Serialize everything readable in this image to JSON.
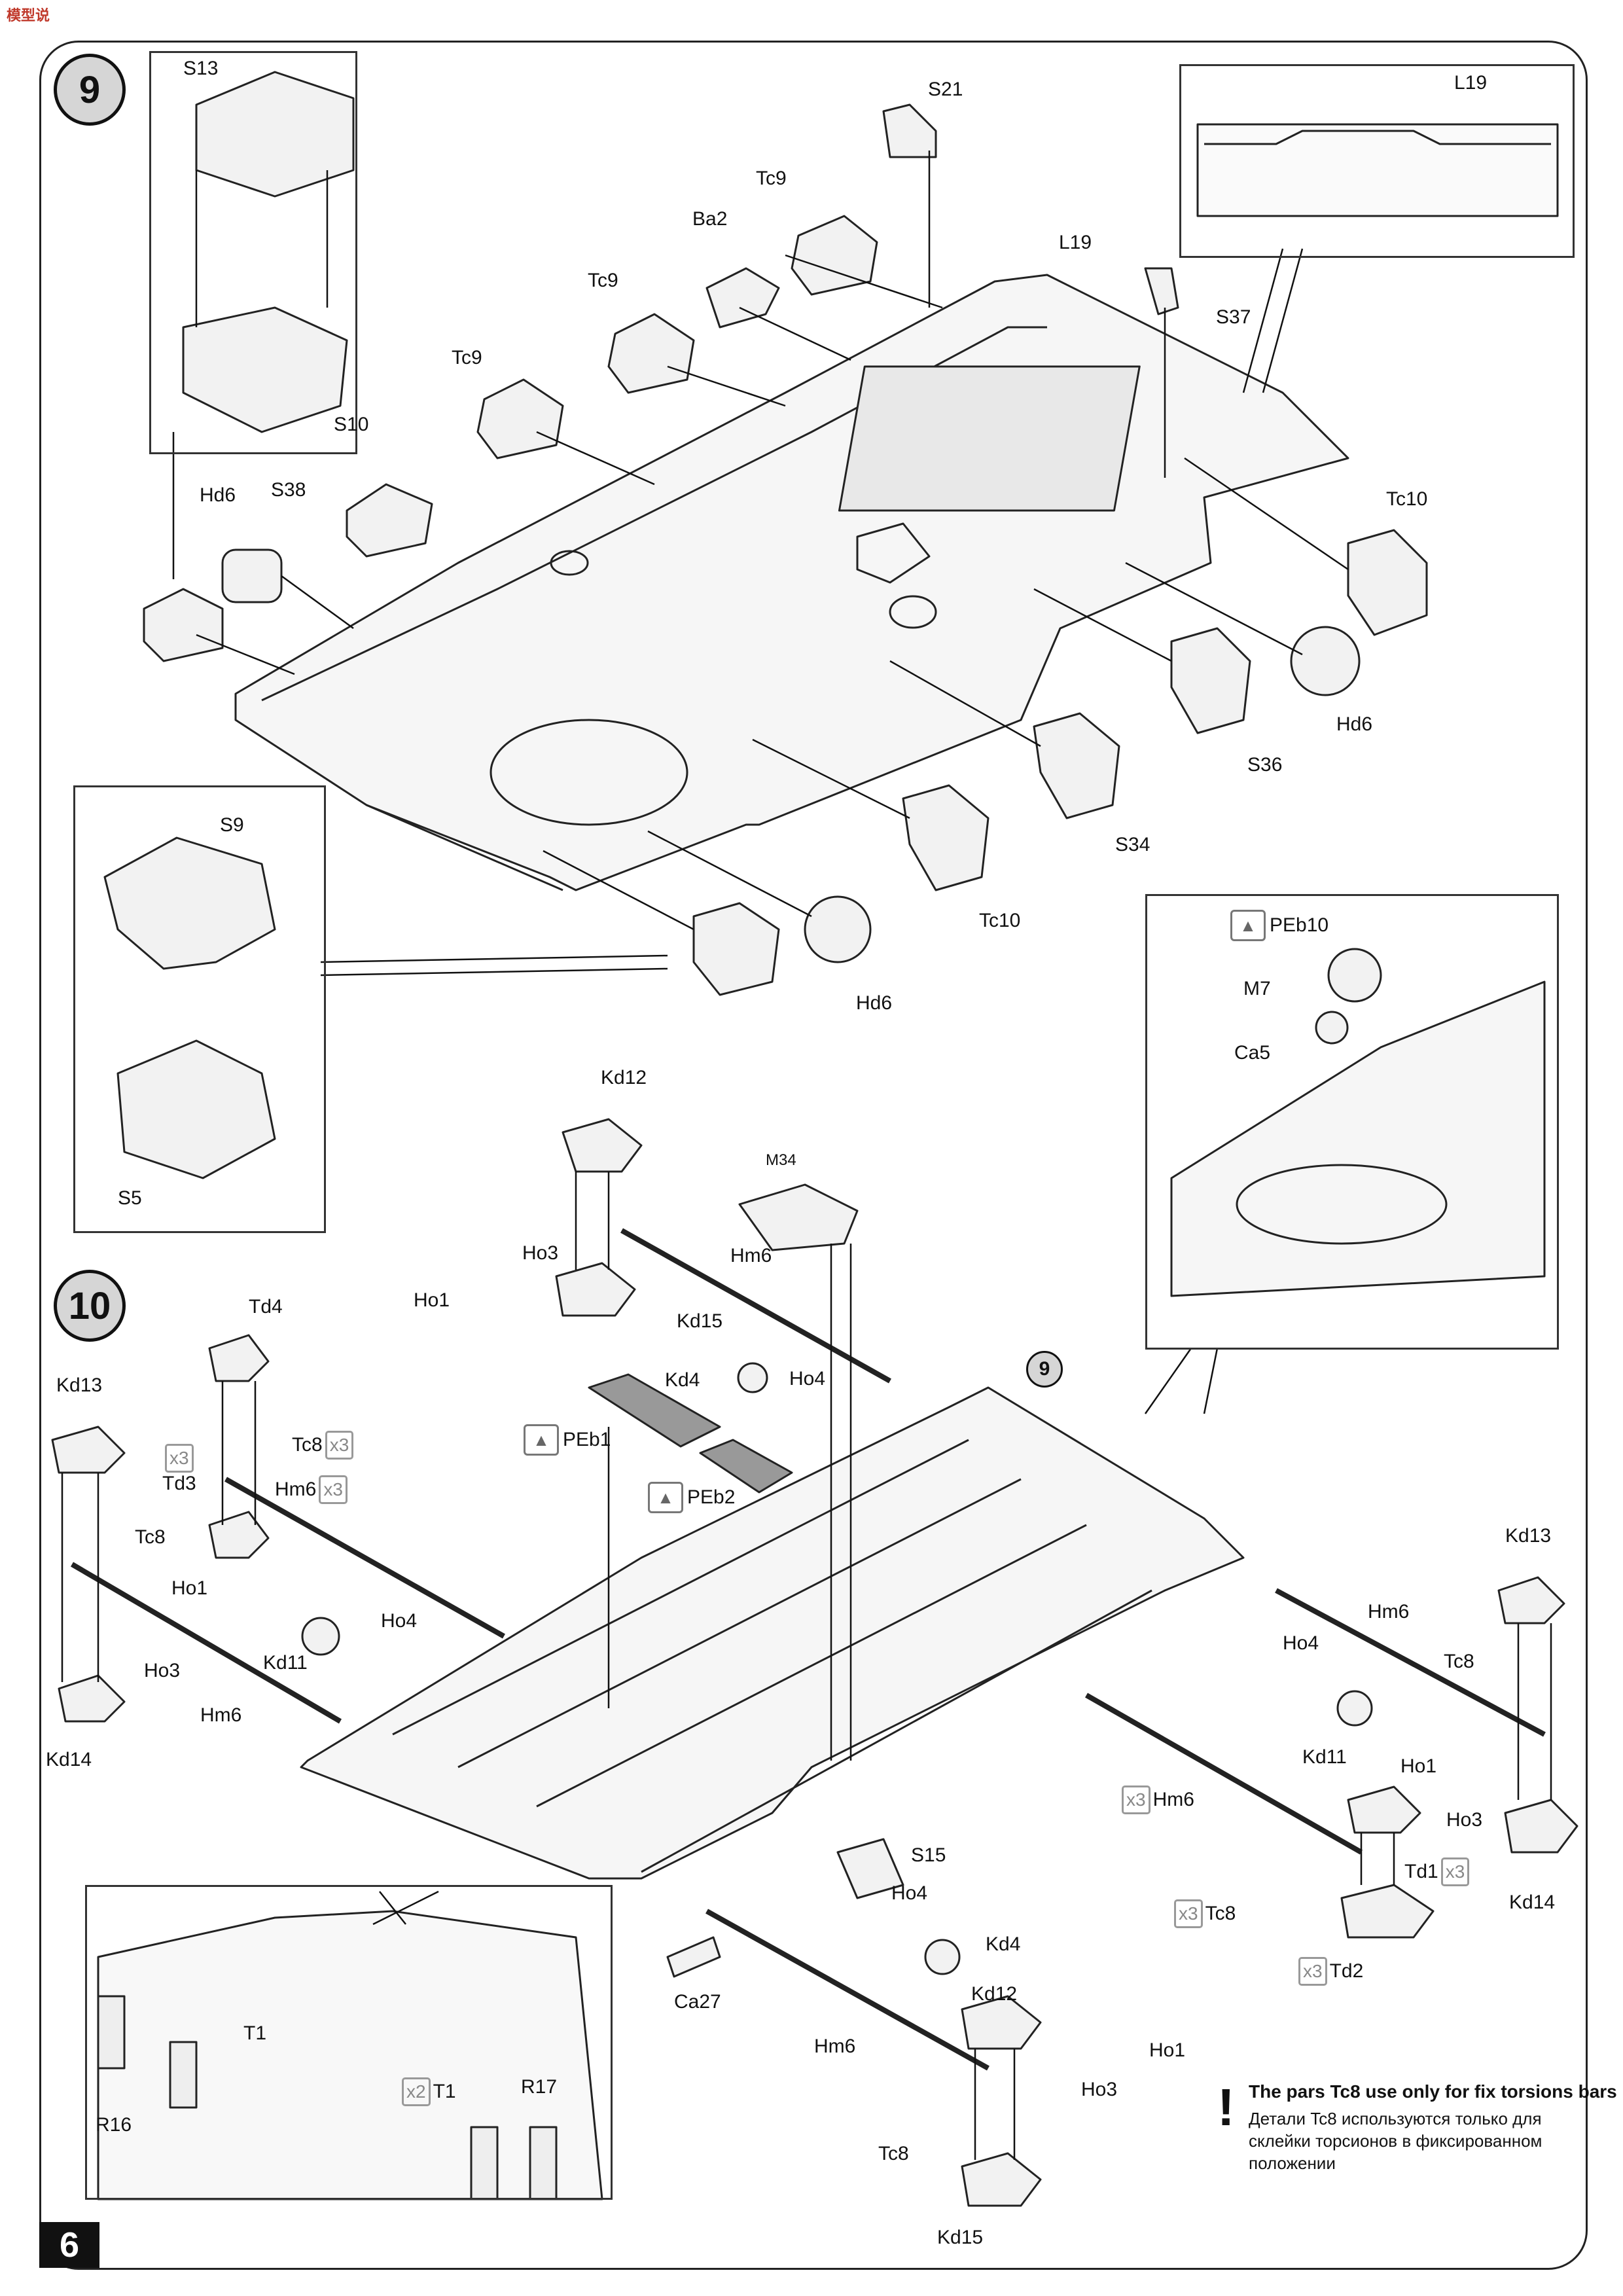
{
  "watermark": "模型说",
  "page_number": "6",
  "steps": [
    {
      "number": "9"
    },
    {
      "number": "10"
    }
  ],
  "step9_labels": {
    "S13": "S13",
    "S10": "S10",
    "S21": "S21",
    "Tc9_a": "Tc9",
    "Tc9_b": "Tc9",
    "Tc9_c": "Tc9",
    "Ba2": "Ba2",
    "L19": "L19",
    "L19_inset": "L19",
    "S37": "S37",
    "S38": "S38",
    "Hd6_a": "Hd6",
    "Hd6_b": "Hd6",
    "Hd6_c": "Hd6",
    "Tc10_a": "Tc10",
    "Tc10_b": "Tc10",
    "S36": "S36",
    "S34": "S34",
    "S9": "S9",
    "S5": "S5"
  },
  "detail_inset": {
    "PEb10": "PEb10",
    "M7": "M7",
    "Ca5": "Ca5"
  },
  "step10_labels": {
    "Kd12_a": "Kd12",
    "M34": "M34",
    "Hm6_a": "Hm6",
    "Ho3_a": "Ho3",
    "Ho1_a": "Ho1",
    "Kd15_a": "Kd15",
    "Kd4_a": "Kd4",
    "Ho4_a": "Ho4",
    "step9_ref": "9",
    "Td4": "Td4",
    "Kd13_a": "Kd13",
    "Tc8_a": "Tc8",
    "Td3": "Td3",
    "Hm6_b": "Hm6",
    "Tc8_b": "Tc8",
    "Ho1_b": "Ho1",
    "Ho4_b": "Ho4",
    "Kd11_a": "Kd11",
    "Ho3_b": "Ho3",
    "Hm6_c": "Hm6",
    "Kd14_a": "Kd14",
    "PEb1": "PEb1",
    "PEb2": "PEb2",
    "Kd13_b": "Kd13",
    "Hm6_d": "Hm6",
    "Ho4_c": "Ho4",
    "Tc8_c": "Tc8",
    "Kd11_b": "Kd11",
    "Ho1_c": "Ho1",
    "Ho3_c": "Ho3",
    "Hm6_e": "Hm6",
    "Td1": "Td1",
    "Kd14_b": "Kd14",
    "Tc8_d": "Tc8",
    "Td2": "Td2",
    "S15": "S15",
    "Ho4_d": "Ho4",
    "Kd4_b": "Kd4",
    "Ca27": "Ca27",
    "Kd12_b": "Kd12",
    "Hm6_f": "Hm6",
    "Ho1_d": "Ho1",
    "Ho3_d": "Ho3",
    "Tc8_e": "Tc8",
    "Kd15_b": "Kd15",
    "T1_a": "T1",
    "T1_b": "T1",
    "R16": "R16",
    "R17": "R17"
  },
  "quantity_tags": {
    "x3": "x3",
    "x2": "x2"
  },
  "note": {
    "mark": "!",
    "english": "The pars Tc8 use only for fix torsions bars",
    "russian": "Детали Tc8 используются только для склейки торсионов в фиксированном положении"
  }
}
